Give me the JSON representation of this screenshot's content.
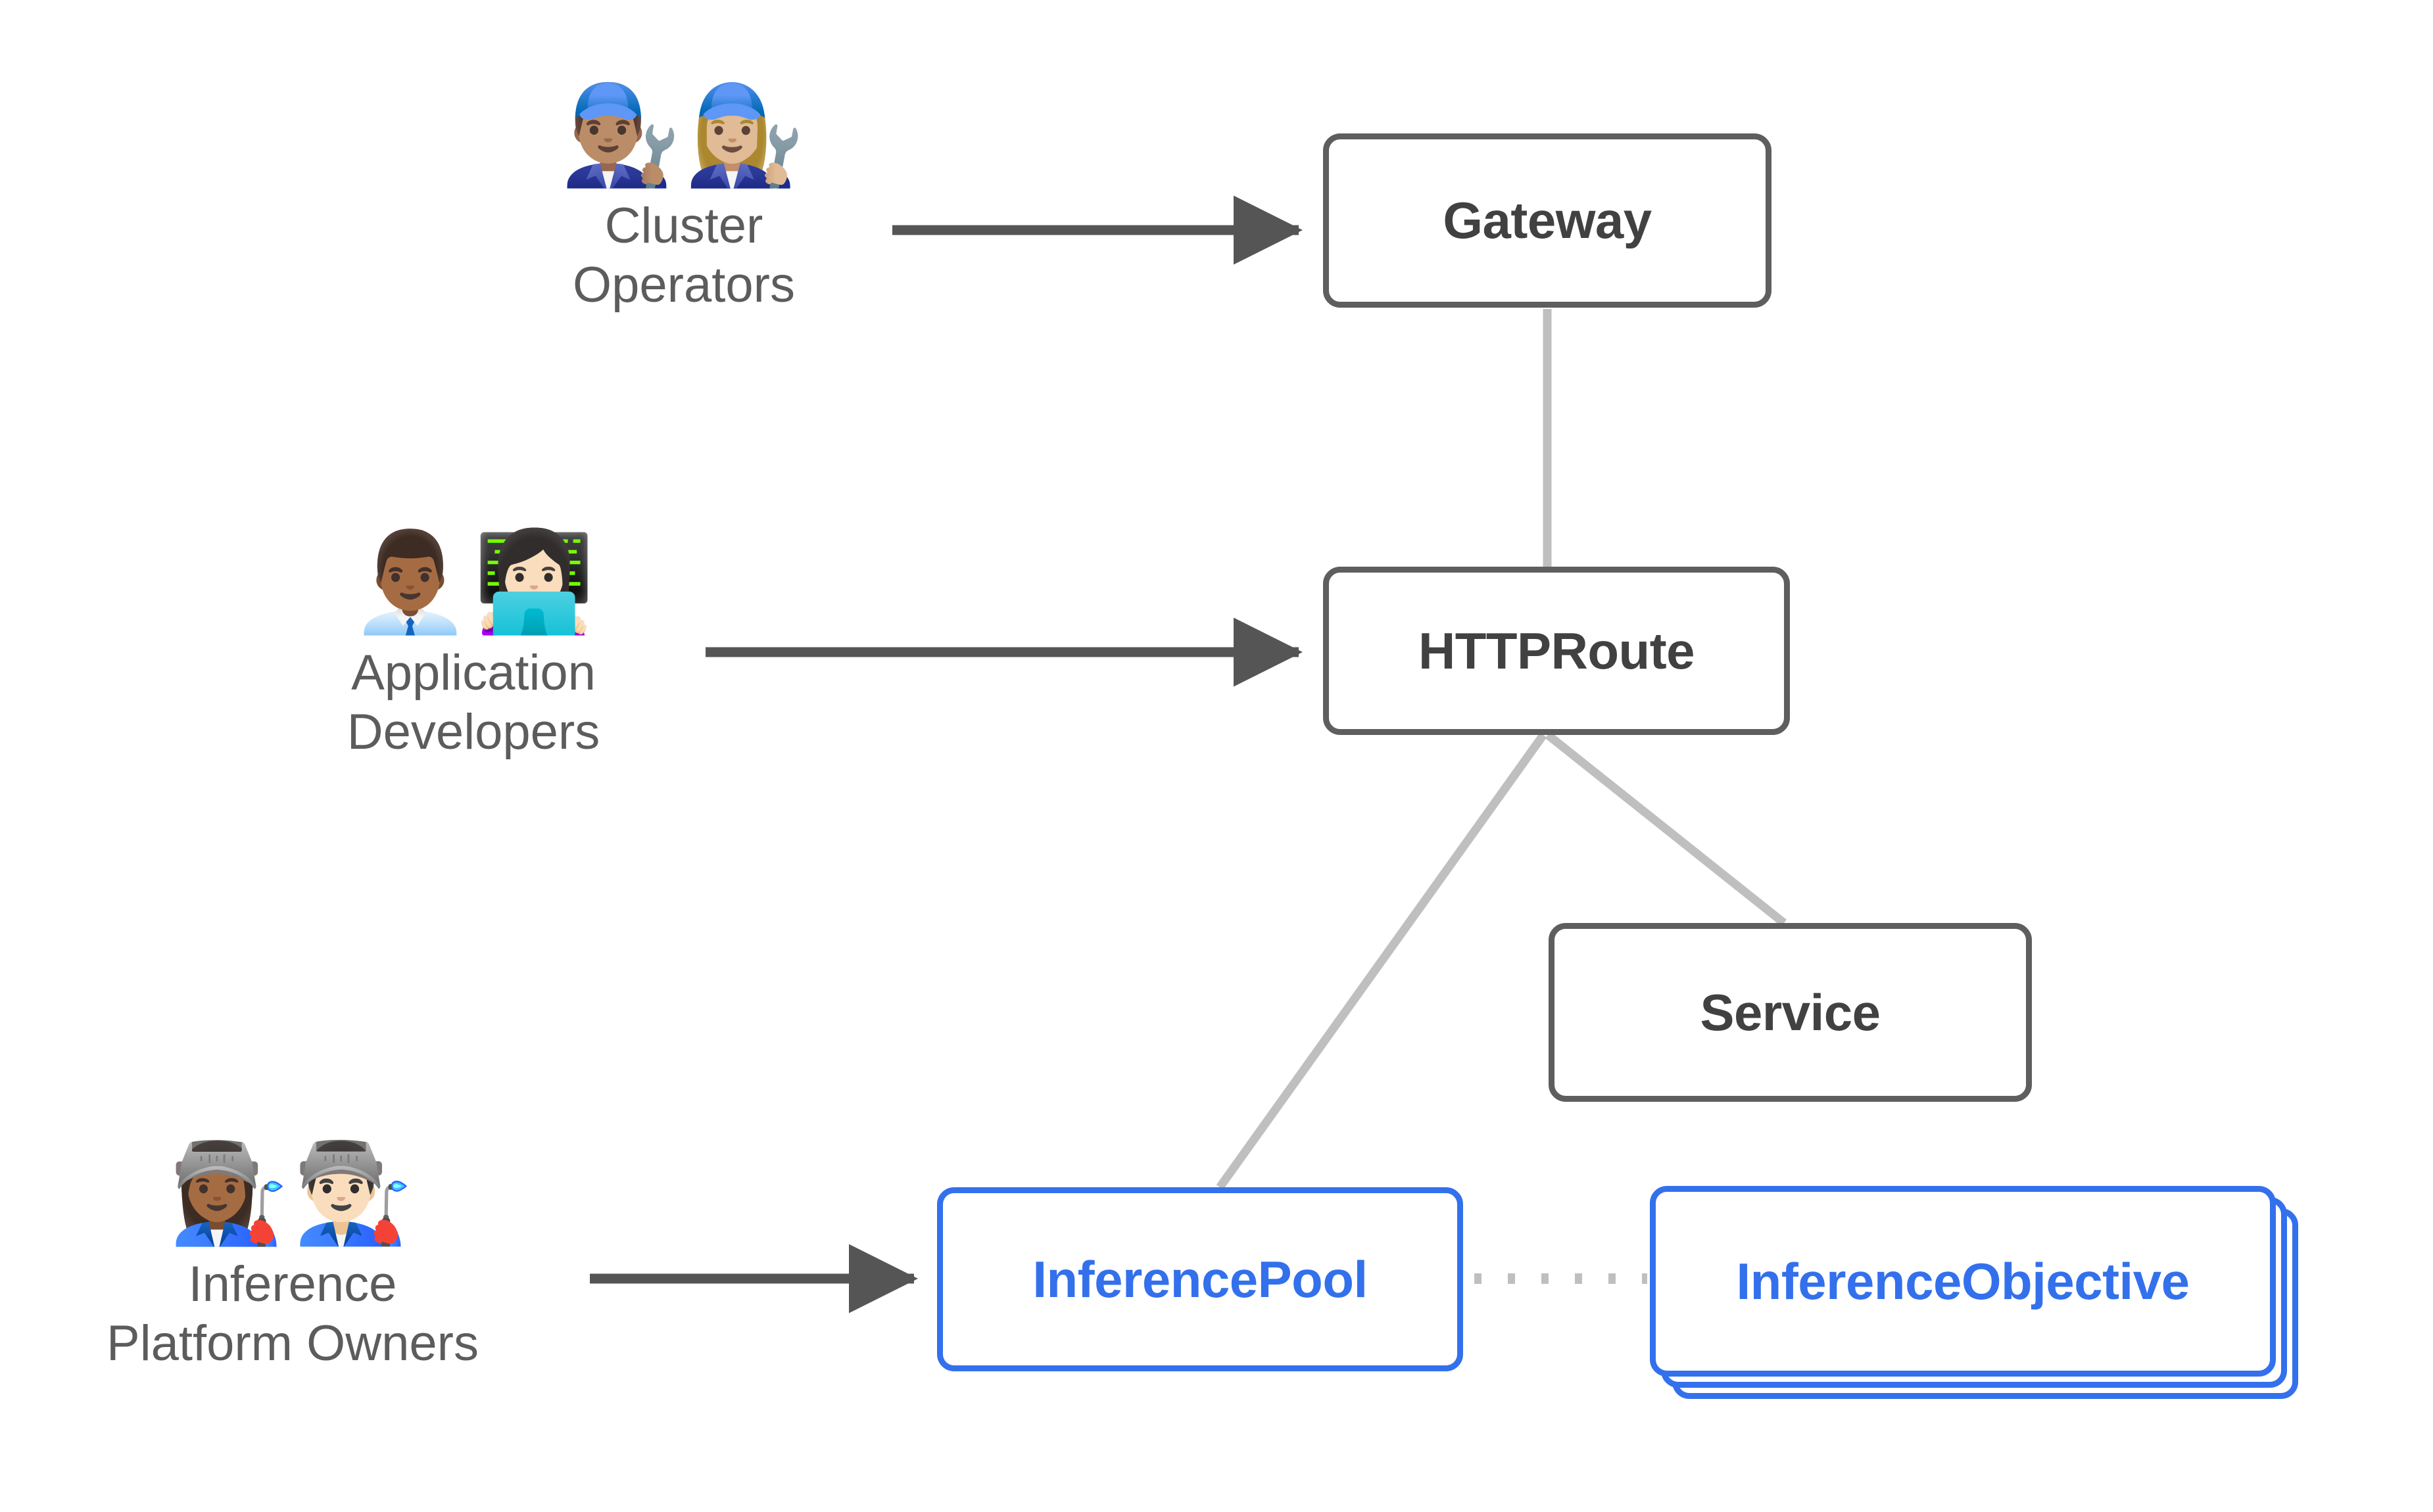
{
  "diagram": {
    "title": "Gateway API Inference Extension resource model",
    "background": "#ffffff",
    "colors": {
      "node_gray_border": "#5E5E5E",
      "node_gray_text": "#414141",
      "node_blue_border": "#3370EC",
      "node_blue_text": "#3370EC",
      "arrow": "#555555",
      "connector": "#BFBFBF",
      "dotted_connector": "#BFBFBF",
      "persona_text": "#5C5C5C"
    }
  },
  "personas": [
    {
      "id": "cluster-operators",
      "label": "Cluster\nOperators",
      "emojis": "👨🏽‍🔧👩🏼‍🔧",
      "emoji_names": "man-mechanic-icon, woman-mechanic-icon"
    },
    {
      "id": "application-developers",
      "label": "Application\nDevelopers",
      "emojis": "👨🏾‍💼👩🏻‍💻",
      "emoji_names": "man-office-worker-icon, woman-technologist-icon"
    },
    {
      "id": "inference-platform-owners",
      "label": "Inference\nPlatform Owners",
      "emojis": "👩🏾‍🏭👨🏻‍🏭",
      "emoji_names": "woman-construction-worker-icon, man-construction-worker-icon"
    }
  ],
  "nodes": [
    {
      "id": "gateway",
      "label": "Gateway",
      "style": "gray"
    },
    {
      "id": "httproute",
      "label": "HTTPRoute",
      "style": "gray"
    },
    {
      "id": "service",
      "label": "Service",
      "style": "gray"
    },
    {
      "id": "inferencepool",
      "label": "InferencePool",
      "style": "blue"
    },
    {
      "id": "inferenceobjective",
      "label": "InferenceObjective",
      "style": "blue",
      "stacked": true,
      "stack_count": 3
    }
  ],
  "edges": [
    {
      "from": "cluster-operators",
      "to": "gateway",
      "kind": "arrow"
    },
    {
      "from": "application-developers",
      "to": "httproute",
      "kind": "arrow"
    },
    {
      "from": "inference-platform-owners",
      "to": "inferencepool",
      "kind": "arrow"
    },
    {
      "from": "gateway",
      "to": "httproute",
      "kind": "line"
    },
    {
      "from": "httproute",
      "to": "service",
      "kind": "line"
    },
    {
      "from": "httproute",
      "to": "inferencepool",
      "kind": "line"
    },
    {
      "from": "inferencepool",
      "to": "inferenceobjective",
      "kind": "dotted"
    }
  ]
}
